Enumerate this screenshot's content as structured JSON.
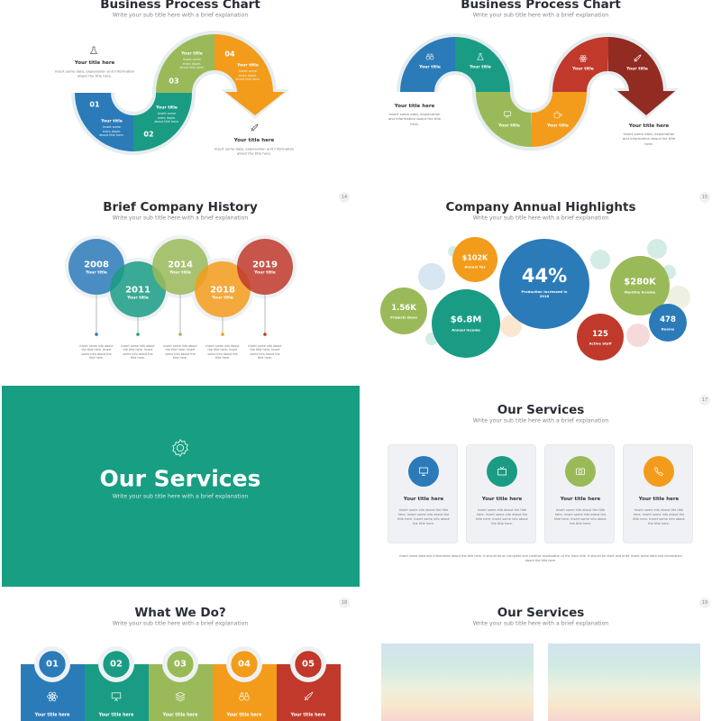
{
  "colors": {
    "blue": "#2b7bb9",
    "teal": "#1a9c84",
    "green": "#9aba59",
    "orange": "#f39c1b",
    "red": "#c0392b",
    "dark_red": "#922b21",
    "section_bg": "#189e83"
  },
  "subtitle": "Write your sub title here with a brief explanation",
  "slide1": {
    "title": "Business Process Chart",
    "left_title": "Your title here",
    "left_desc": "Insert some data, explanation and information about the title here.",
    "left_icon": "flask-icon",
    "right_title": "Your title here",
    "right_desc": "Insert some data, explanation and information about the title here.",
    "right_icon": "rocket-icon",
    "steps": [
      {
        "num": "01",
        "title": "Your title",
        "desc": "Insert some extra dople. about title here."
      },
      {
        "num": "02",
        "title": "Your title",
        "desc": "Insert some extra dople. about title here."
      },
      {
        "num": "03",
        "title": "Your title",
        "desc": "Insert some extra dople. about title here."
      },
      {
        "num": "04",
        "title": "Your title",
        "desc": "Insert some extra dople. about title here."
      }
    ]
  },
  "slide2": {
    "title": "Business Process Chart",
    "left_title": "Your title here",
    "left_desc": "Insert some data, explanation and information about the title here.",
    "right_title": "Your title here",
    "right_desc": "Insert some data, explanation and information about the title here.",
    "steps": [
      {
        "title": "Your title",
        "icon": "binoculars-icon"
      },
      {
        "title": "Your title",
        "icon": "flask-icon"
      },
      {
        "title": "Your title",
        "icon": "presentation-icon"
      },
      {
        "title": "Your title",
        "icon": "coffee-icon"
      },
      {
        "title": "Your title",
        "icon": "atom-icon"
      },
      {
        "title": "Your title",
        "icon": "rocket-icon"
      }
    ]
  },
  "slide3": {
    "number": "14",
    "title": "Brief Company History",
    "events": [
      {
        "year": "2008",
        "title": "Your title",
        "desc": "Insert some info about the title here. Insert some info about the title here."
      },
      {
        "year": "2011",
        "title": "Your title",
        "desc": "Insert some info about the title here. Insert some info about the title here."
      },
      {
        "year": "2014",
        "title": "Your title",
        "desc": "Insert some info about the title here. Insert some info about the title here."
      },
      {
        "year": "2018",
        "title": "Your title",
        "desc": "Insert some info about the title here. Insert some info about the title here."
      },
      {
        "year": "2019",
        "title": "Your title",
        "desc": "Insert some info about the title here. Insert some info about the title here."
      }
    ]
  },
  "slide4": {
    "number": "15",
    "title": "Company Annual Highlights",
    "stats": [
      {
        "value": "$102K",
        "label": "Annual Tax"
      },
      {
        "value": "44%",
        "label": "Production Increased in 2018"
      },
      {
        "value": "$280K",
        "label": "Monthly Income"
      },
      {
        "value": "1.56K",
        "label": "Projects Done"
      },
      {
        "value": "$6.8M",
        "label": "Annual Income"
      },
      {
        "value": "125",
        "label": "Active Staff"
      },
      {
        "value": "478",
        "label": "Rooms"
      }
    ]
  },
  "slide5": {
    "title": "Our Services",
    "icon": "gear-icon"
  },
  "slide6": {
    "number": "17",
    "title": "Our Services",
    "cards": [
      {
        "title": "Your title here",
        "desc": "Insert some info about the title here. Insert some info about the title here. Insert some info about the title here.",
        "icon": "monitor-icon"
      },
      {
        "title": "Your title here",
        "desc": "Insert some info about the title here. Insert some info about the title here. Insert some info about the title here.",
        "icon": "tv-icon"
      },
      {
        "title": "Your title here",
        "desc": "Insert some info about the title here. Insert some info about the title here. Insert some info about the title here.",
        "icon": "camera-icon"
      },
      {
        "title": "Your title here",
        "desc": "Insert some info about the title here. Insert some info about the title here. Insert some info about the title here.",
        "icon": "phone-icon"
      }
    ],
    "footer": "Insert some data and information about the title here. It should be an complete and creative explanation of the main title. It should be short and brief. Insert some data and information about the title here."
  },
  "slide7": {
    "number": "18",
    "title": "What We Do?",
    "items": [
      {
        "num": "01",
        "title": "Your title here",
        "icon": "atom-icon"
      },
      {
        "num": "02",
        "title": "Your title here",
        "icon": "presentation-icon"
      },
      {
        "num": "03",
        "title": "Your title here",
        "icon": "layers-icon"
      },
      {
        "num": "04",
        "title": "Your title here",
        "icon": "binoculars-icon"
      },
      {
        "num": "05",
        "title": "Your title here",
        "icon": "rocket-icon"
      }
    ]
  },
  "slide8": {
    "number": "19",
    "title": "Our Services"
  }
}
